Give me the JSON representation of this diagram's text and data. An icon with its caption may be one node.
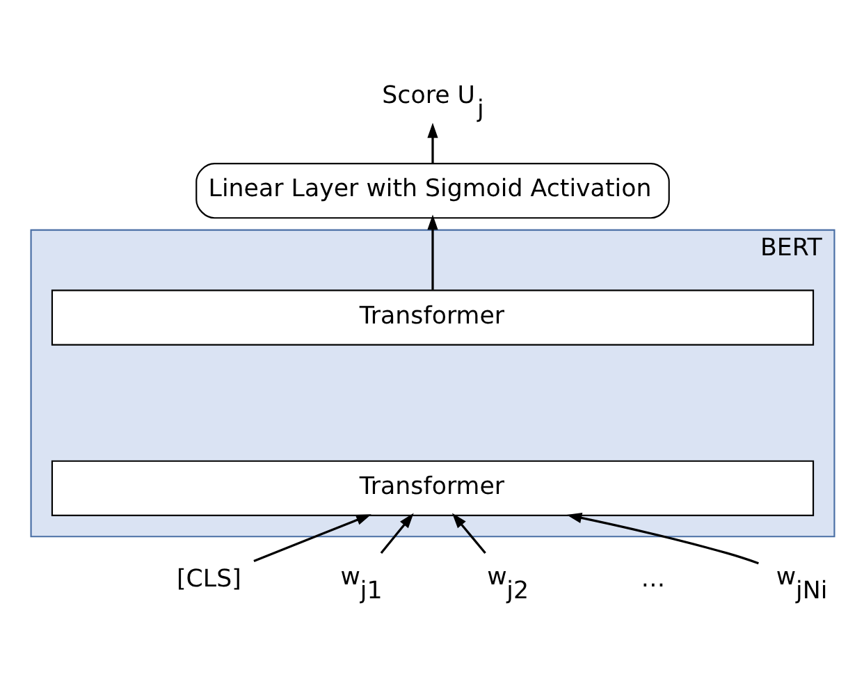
{
  "diagram": {
    "nodes": [
      {
        "text": [
          "Score U$_{j}$"
        ]
      },
      {
        "text": [
          "Linear Layer with Sigmoid Activation"
        ]
      },
      {
        "text": [
          "BERT"
        ]
      },
      {
        "text": [
          "Transformer"
        ],
        "in": 2
      },
      {
        "text": [
          "Transformer"
        ],
        "in": 2
      },
      {
        "text": [
          "[CLS]"
        ]
      },
      {
        "text": [
          "w$_{j1}$"
        ]
      },
      {
        "text": [
          "w$_{j2}$"
        ]
      },
      {
        "text": [
          "w$_{jNi}$"
        ]
      }
    ],
    "edges": [
      {
        "from": 1,
        "to": 0,
        "arrow": "to"
      },
      {
        "from": 3,
        "to": 1,
        "arrow": "to"
      },
      {
        "from": 5,
        "to": 4,
        "arrow": "to"
      },
      {
        "from": 6,
        "to": 4,
        "arrow": "to"
      },
      {
        "from": 7,
        "to": 4,
        "arrow": "to"
      },
      {
        "from": 8,
        "to": 4,
        "arrow": "to"
      }
    ],
    "labels": [
      "…"
    ]
  }
}
